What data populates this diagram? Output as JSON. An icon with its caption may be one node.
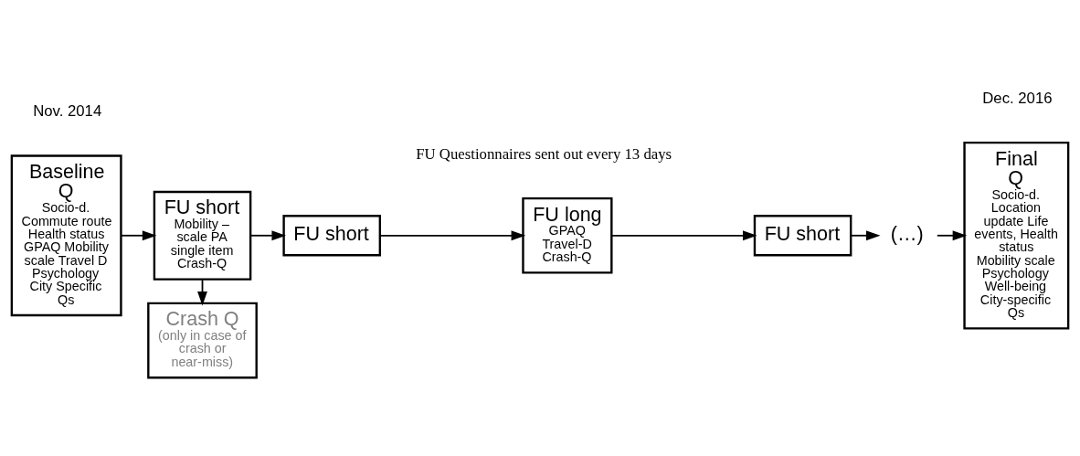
{
  "diagram": {
    "nodes": [
      {
        "text": [
          "Baseline Q",
          "Socio-d. Commute route Health status GPAQ Mobility scale Travel D Psychology City Specific Qs"
        ]
      },
      {
        "text": [
          "Crash Q",
          "(only in case of crash or near-miss)"
        ]
      },
      {
        "text": [
          "FU short",
          "Mobility – scale PA single item Crash-Q"
        ]
      },
      {
        "text": [
          "FU short"
        ]
      },
      {
        "text": [
          "FU long",
          "GPAQ Travel-D Crash-Q"
        ]
      },
      {
        "text": [
          "FU short"
        ]
      },
      {
        "text": [
          "(…)"
        ]
      },
      {
        "text": [
          "Final Q",
          "Socio-d. Location update Life events, Health status Mobility scale Psychology Well-being City-specific Qs"
        ]
      }
    ],
    "edges": [
      {
        "from": 0,
        "to": 2,
        "arrow": "to"
      },
      {
        "from": 2,
        "to": 1,
        "arrow": "to"
      },
      {
        "from": 2,
        "to": 3,
        "arrow": "to"
      },
      {
        "from": 3,
        "to": 4,
        "arrow": "to"
      },
      {
        "from": 4,
        "to": 5,
        "arrow": "to"
      },
      {
        "from": 5,
        "to": 6,
        "arrow": "to"
      },
      {
        "from": 6,
        "to": 7,
        "arrow": "to"
      }
    ],
    "labels": [
      "Nov. 2014",
      "FU Questionnaires sent out every 13 days",
      "Dec. 2016"
    ]
  }
}
